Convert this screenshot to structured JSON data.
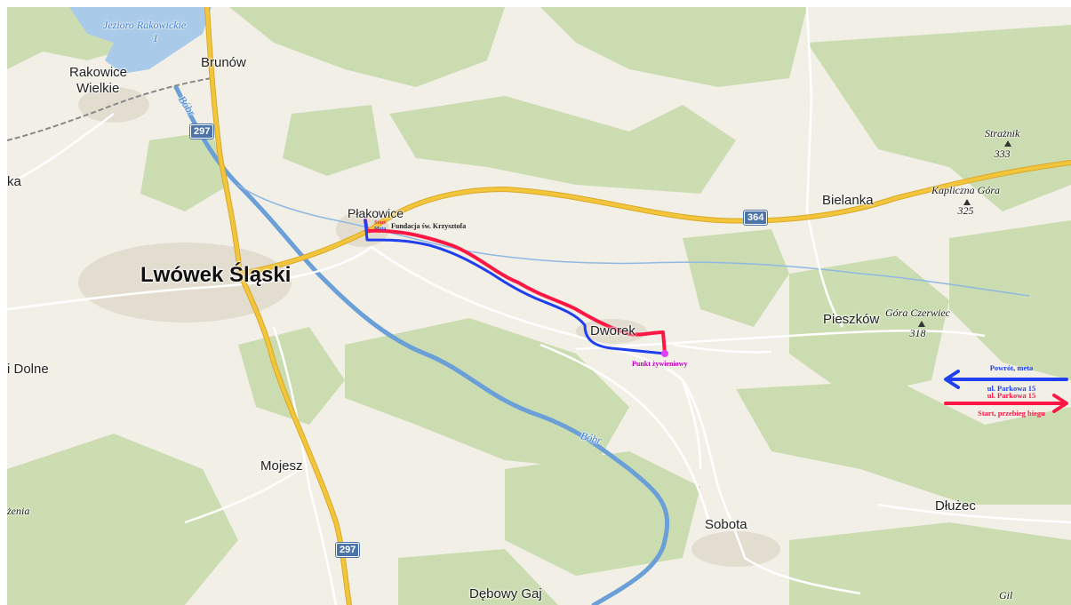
{
  "map": {
    "towns": {
      "rakowice_wielkie_1": "Rakowice",
      "rakowice_wielkie_2": "Wielkie",
      "brunow": "Brunów",
      "plakowice": "Płakowice",
      "lwowek": "Lwówek Śląski",
      "bielanka": "Bielanka",
      "pieszkow": "Pieszków",
      "dworek": "Dworek",
      "mojesz": "Mojesz",
      "sobota": "Sobota",
      "dluzec": "Dłużec",
      "debowy_gaj": "Dębowy Gaj",
      "edge_ka": "ka",
      "edge_dolne": "i Dolne",
      "edge_zenia": "żenia"
    },
    "water": {
      "lake": "Jezioro Rakowickie",
      "lake_num": "I",
      "bobr_1": "Bóbr",
      "bobr_2": "Bóbr"
    },
    "peaks": [
      {
        "name": "Strażnik",
        "elev": "333"
      },
      {
        "name": "Kapliczna Góra",
        "elev": "325"
      },
      {
        "name": "Góra Czerwiec",
        "elev": "318"
      },
      {
        "name": "Gil",
        "elev": ""
      }
    ],
    "roads": {
      "r297_top": "297",
      "r364": "364",
      "r297_bottom": "297"
    },
    "annotations": {
      "start": "Start",
      "meta": "Meta",
      "fundacja": "Fundacja św. Krzysztofa",
      "punkt": "Punkt żywieniowy"
    },
    "legend": {
      "return_line1": "Powrót, meta",
      "return_line2": "ul. Parkowa 15",
      "start_line1": "ul. Parkowa 15",
      "start_line2": "Start, przebieg biegu"
    },
    "colors": {
      "route_start": "#ff1744",
      "route_return": "#1f3ff0",
      "feeding_point": "#e040fb",
      "road_main": "#f2c53b",
      "river": "#6a9fd8",
      "forest": "#c9dcae",
      "land": "#f1efe6"
    }
  }
}
